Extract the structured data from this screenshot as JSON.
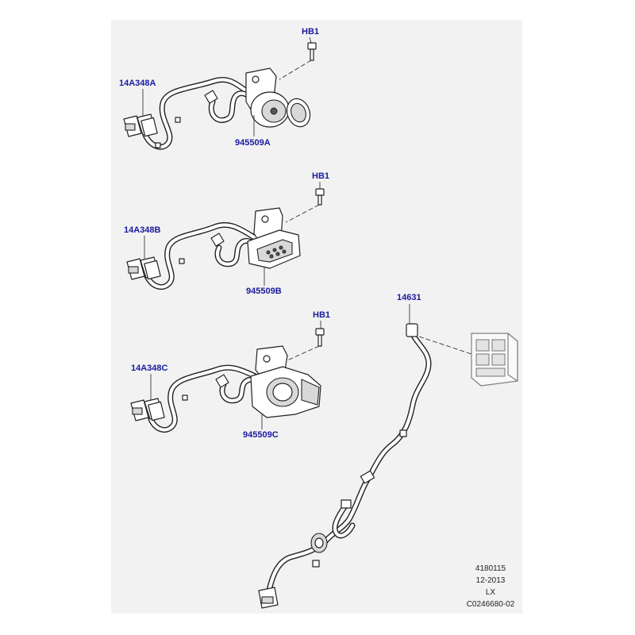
{
  "diagram": {
    "callouts": {
      "hb1_a": "HB1",
      "harness_a": "14A348A",
      "socket_a": "945509A",
      "hb1_b": "HB1",
      "harness_b": "14A348B",
      "socket_b": "945509B",
      "hb1_c": "HB1",
      "harness_c": "14A348C",
      "socket_c": "945509C",
      "wiring_lead": "14631"
    },
    "footer": {
      "illustration_id": "4180115",
      "date": "12-2013",
      "model": "LX",
      "drawing_number": "C0246680-02"
    }
  },
  "colors": {
    "callout_text": "#1a1aa0",
    "line": "#222222",
    "background_panel": "#f2f2f2",
    "part_fill": "#ffffff"
  }
}
